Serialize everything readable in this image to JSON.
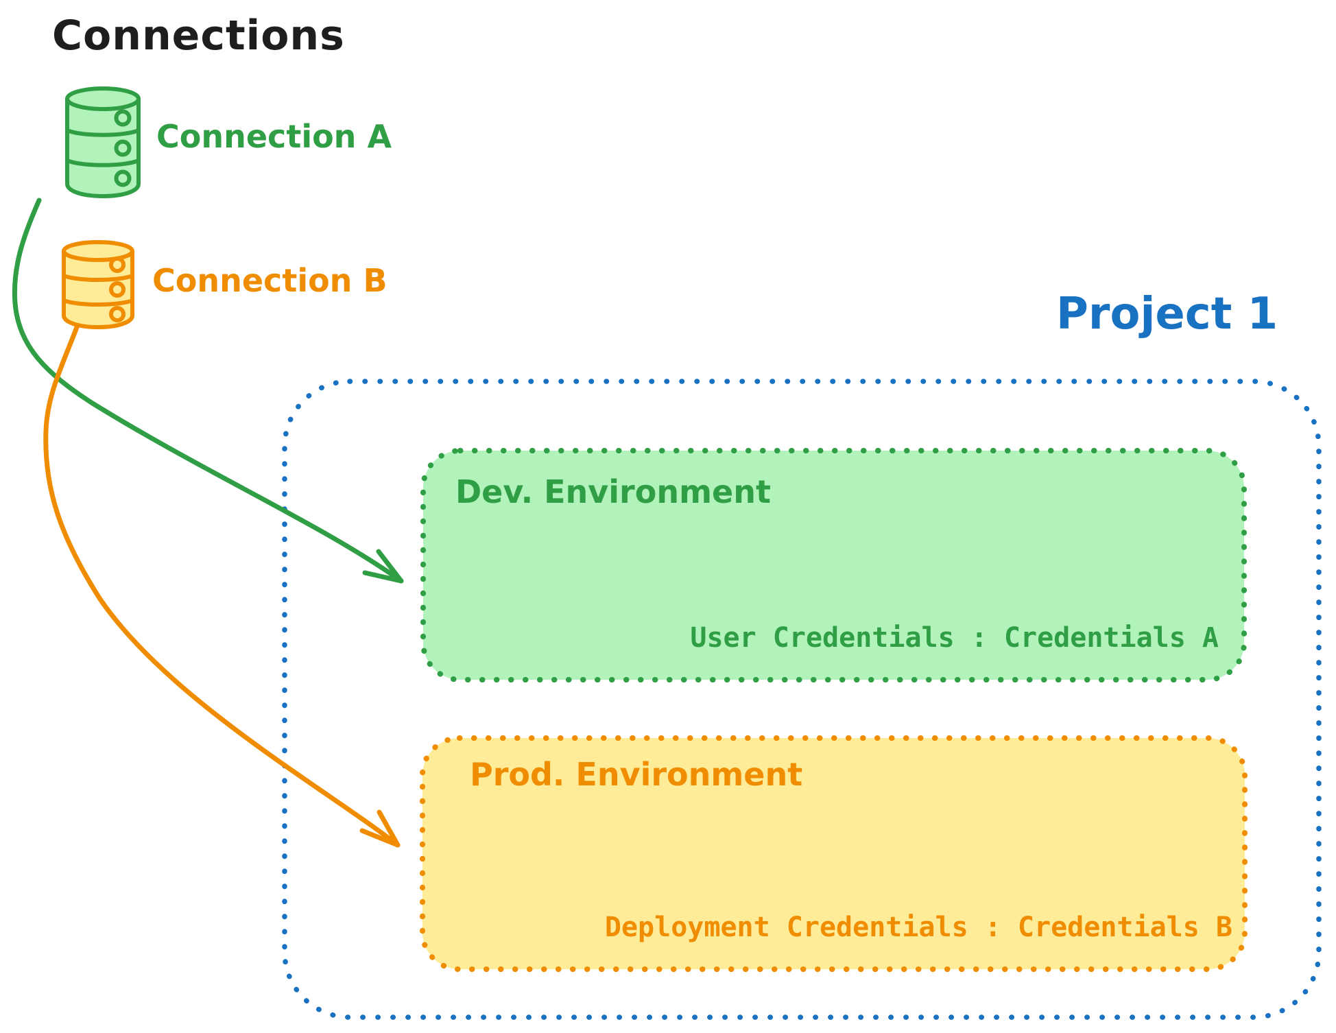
{
  "title": "Connections",
  "connections": [
    {
      "label": "Connection A",
      "icon": "database-icon",
      "color": "#2f9e44",
      "fill": "#b2f2bb"
    },
    {
      "label": "Connection B",
      "icon": "database-icon",
      "color": "#f08c00",
      "fill": "#ffec99"
    }
  ],
  "project": {
    "title": "Project 1",
    "environments": [
      {
        "title": "Dev. Environment",
        "credentials": "User Credentials : Credentials A",
        "color": "#2f9e44",
        "fill": "#b2f2bb"
      },
      {
        "title": "Prod. Environment",
        "credentials": "Deployment Credentials : Credentials B",
        "color": "#f08c00",
        "fill": "#ffec99"
      }
    ]
  },
  "arrows": [
    {
      "name": "connection-a-to-dev-environment",
      "color": "#2f9e44"
    },
    {
      "name": "connection-b-to-prod-environment",
      "color": "#f08c00"
    }
  ],
  "colors": {
    "text": "#1e1e1e",
    "green_stroke": "#2f9e44",
    "green_fill": "#b2f2bb",
    "orange_stroke": "#f08c00",
    "orange_fill": "#ffec99",
    "blue_stroke": "#1971c2",
    "background": "#ffffff"
  }
}
